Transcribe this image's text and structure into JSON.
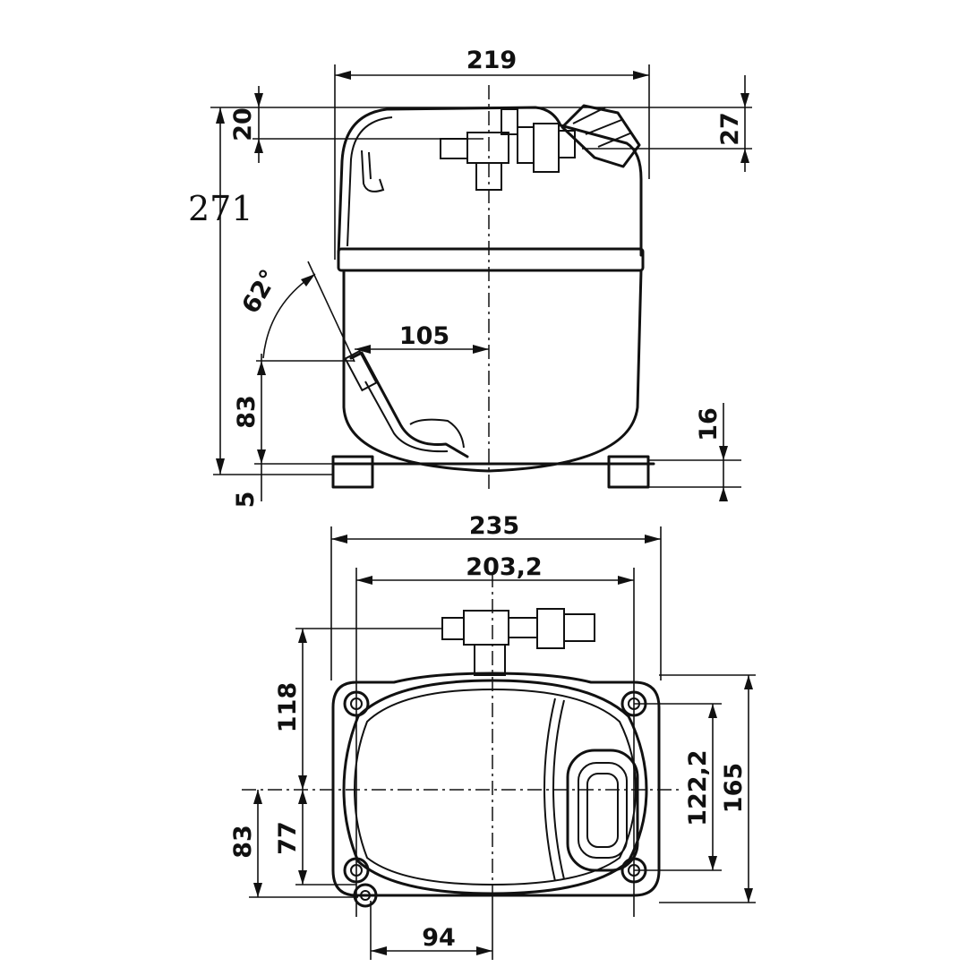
{
  "side_view": {
    "width_top": "219",
    "dim_top_left": "20",
    "dim_top_right": "27",
    "total_height": "271",
    "angle": "62°",
    "tube_offset": "105",
    "tube_height": "83",
    "foot_right": "16",
    "foot_left": "5"
  },
  "top_view": {
    "overall_width": "235",
    "mount_spacing_x": "203,2",
    "connector_depth": "118",
    "mount_spacing_y": "122,2",
    "overall_depth": "165",
    "center_offset": "77",
    "bottom_offset": "83",
    "tube_offset_x": "94"
  }
}
